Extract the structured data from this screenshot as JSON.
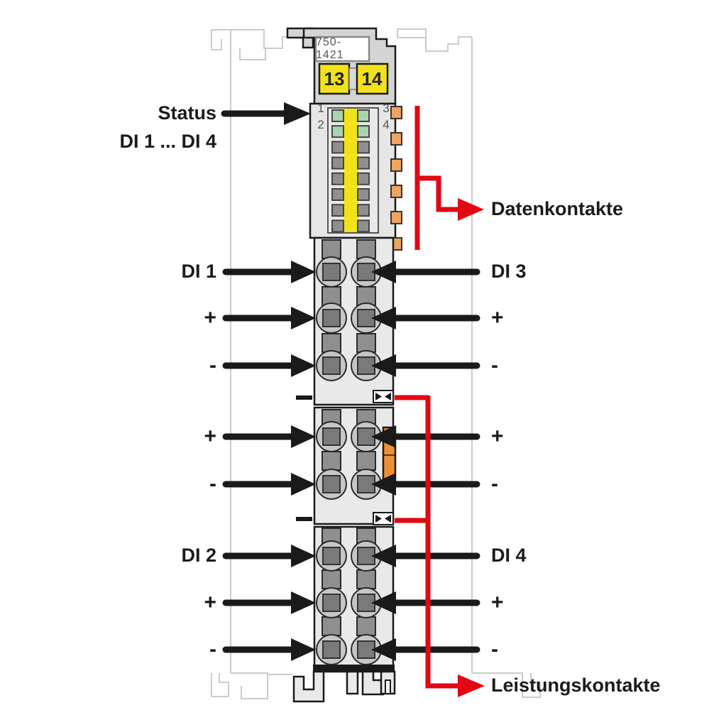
{
  "module": {
    "part_number": "750-1421",
    "terminal_left": "13",
    "terminal_right": "14",
    "led_numbers": [
      "1",
      "2",
      "3",
      "4"
    ]
  },
  "labels": {
    "status_line1": "Status",
    "status_line2": "DI 1 ... DI 4",
    "di1": "DI 1",
    "di2": "DI 2",
    "di3": "DI 3",
    "di4": "DI 4",
    "plus": "+",
    "minus": "-",
    "data_contacts": "Datenkontakte",
    "power_contacts": "Leistungskontakte"
  },
  "colors": {
    "arrow_black": "#1a1a1a",
    "callout_red": "#e30613",
    "terminal_yellow": "#f2e21c",
    "led_green": "#a9d3ac",
    "led_gray": "#8f8f8f",
    "data_contact_orange": "#eda55f",
    "power_jumper_orange": "#ef8f35",
    "module_body": "#e9e9e9",
    "module_cap": "#d4d4d4",
    "background_outline": "#cbcbcb"
  }
}
